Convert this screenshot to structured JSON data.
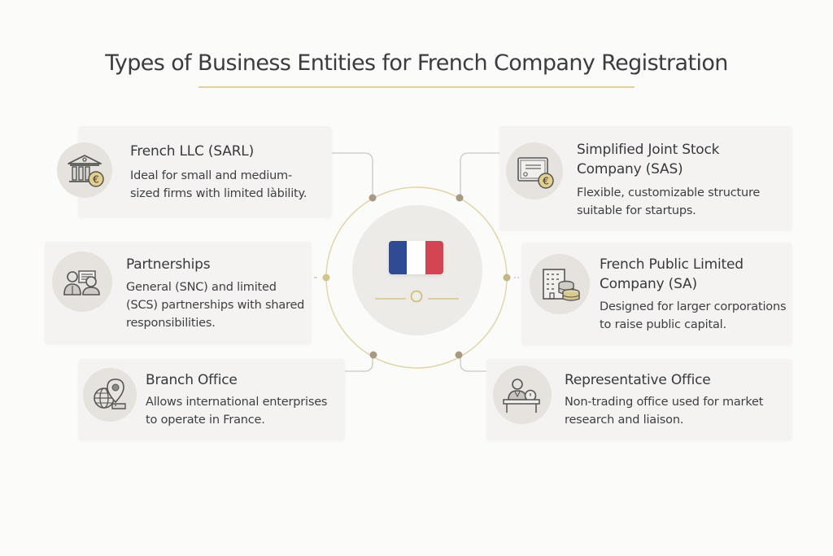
{
  "header": {
    "title": "Types of Business Entities for French Company Registration"
  },
  "colors": {
    "background": "#fbfbfa",
    "card": "#f4f3f1",
    "icon_circle": "#e6e3de",
    "accent_gold": "#d8c58a",
    "connector_dot": "#a89a82",
    "flag_blue": "#2f4b93",
    "flag_white": "#ffffff",
    "flag_red": "#d34552"
  },
  "center": {
    "icon": "france-flag-icon"
  },
  "entities": [
    {
      "title": "French LLC (SARL)",
      "description_lines": [
        "Ideal for small and medium-",
        "sized firms with limited làbility."
      ],
      "icon": "bank-euro-icon"
    },
    {
      "title_lines": [
        "Simplified Joint Stock",
        "Company (SAS)"
      ],
      "description_lines": [
        "Flexible, customizable structure",
        "suitable for startups."
      ],
      "icon": "certificate-euro-icon"
    },
    {
      "title": "Partnerships",
      "description_lines": [
        "General (SNC) and limited",
        "(SCS) partnerships with shared",
        "responsibilities."
      ],
      "icon": "partners-icon"
    },
    {
      "title_lines": [
        "French Public Limited",
        "Company (SA)"
      ],
      "description_lines": [
        "Designed for larger corporations",
        "to raise public capital."
      ],
      "icon": "building-coins-icon"
    },
    {
      "title": "Branch Office",
      "description_lines": [
        "Allows international enterprises",
        "to operate in France."
      ],
      "icon": "globe-location-icon"
    },
    {
      "title": "Representative Office",
      "description_lines": [
        "Non-trading office used for market",
        "research and liaison."
      ],
      "icon": "desk-person-clock-icon"
    }
  ]
}
